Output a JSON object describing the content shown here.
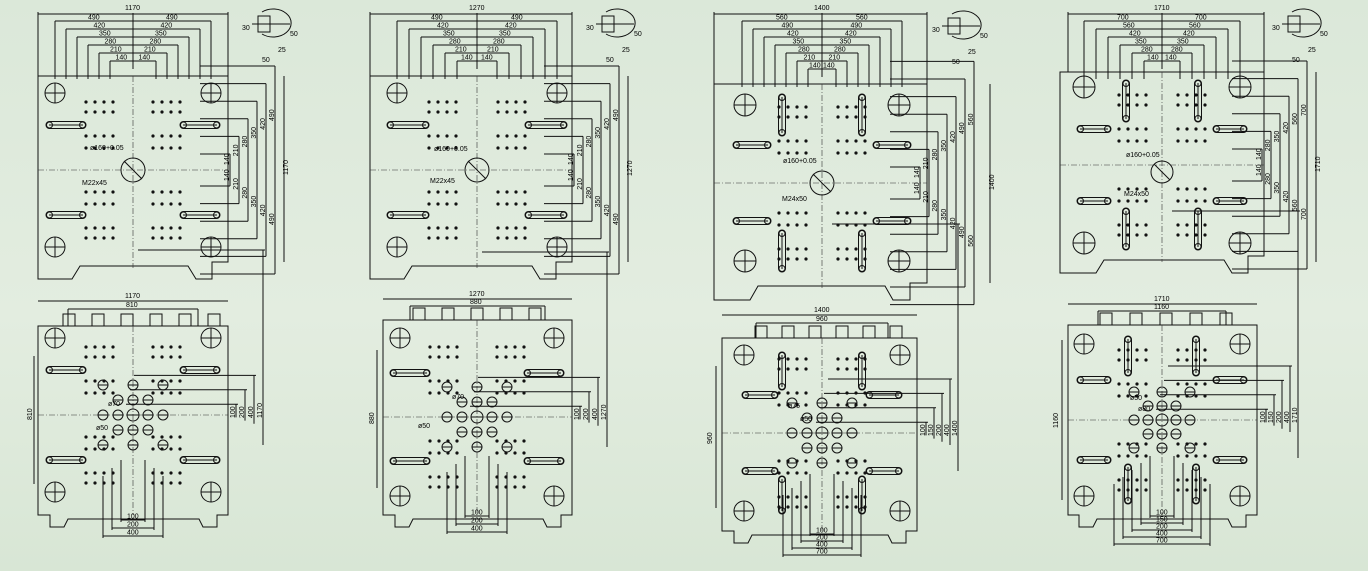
{
  "colors": {
    "line": "#111111",
    "background": "#dde9da"
  },
  "groups": [
    {
      "name": "1170",
      "top": {
        "overall": "1170",
        "dims": [
          "490",
          "420",
          "350",
          "280",
          "210",
          "140"
        ],
        "hole_label": "ø160+0.05",
        "thread_label": "M22x45",
        "side_dims": [
          "140",
          "210",
          "280",
          "350",
          "420",
          "490"
        ],
        "side_total": "1170"
      },
      "bottom": {
        "overall": "1170",
        "inner": "810",
        "left_dim": "810",
        "right_dims": [
          "100",
          "200",
          "400",
          "1170"
        ],
        "bottom_dims": [
          "100",
          "200",
          "400"
        ],
        "small_holes": [
          "ø70",
          "ø50"
        ]
      }
    },
    {
      "name": "1270",
      "top": {
        "overall": "1270",
        "dims": [
          "490",
          "420",
          "350",
          "280",
          "210",
          "140"
        ],
        "hole_label": "ø160+0.05",
        "thread_label": "M22x45",
        "side_dims": [
          "140",
          "210",
          "280",
          "350",
          "420",
          "490"
        ],
        "side_total": "1270"
      },
      "bottom": {
        "overall": "1270",
        "inner": "880",
        "left_dim": "880",
        "right_dims": [
          "100",
          "200",
          "400",
          "1270"
        ],
        "bottom_dims": [
          "100",
          "200",
          "400"
        ],
        "small_holes": [
          "ø70",
          "ø50"
        ]
      }
    },
    {
      "name": "1400",
      "top": {
        "overall": "1400",
        "dims": [
          "560",
          "490",
          "420",
          "350",
          "280",
          "210",
          "140"
        ],
        "hole_label": "ø160+0.05",
        "thread_label": "M24x50",
        "side_dims": [
          "140",
          "210",
          "280",
          "350",
          "420",
          "490",
          "560"
        ],
        "side_total": "1400"
      },
      "bottom": {
        "overall": "1400",
        "inner": "960",
        "left_dim": "960",
        "right_dims": [
          "100",
          "150",
          "200",
          "400",
          "1400"
        ],
        "bottom_dims": [
          "100",
          "200",
          "400",
          "700"
        ],
        "small_holes": [
          "ø75",
          "ø50"
        ]
      }
    },
    {
      "name": "1710",
      "top": {
        "overall": "1710",
        "dims": [
          "700",
          "560",
          "420",
          "350",
          "280",
          "140"
        ],
        "hole_label": "ø160+0.05",
        "thread_label": "M24x50",
        "side_dims": [
          "140",
          "280",
          "350",
          "420",
          "560",
          "700"
        ],
        "side_total": "1710"
      },
      "bottom": {
        "overall": "1710",
        "inner": "1160",
        "left_dim": "1160",
        "right_dims": [
          "100",
          "150",
          "200",
          "400",
          "1710"
        ],
        "bottom_dims": [
          "100",
          "150",
          "200",
          "400",
          "700"
        ],
        "small_holes": [
          "ø80",
          "ø50"
        ]
      }
    }
  ],
  "detail": {
    "labels": [
      "30",
      "50",
      "25",
      "50"
    ]
  }
}
